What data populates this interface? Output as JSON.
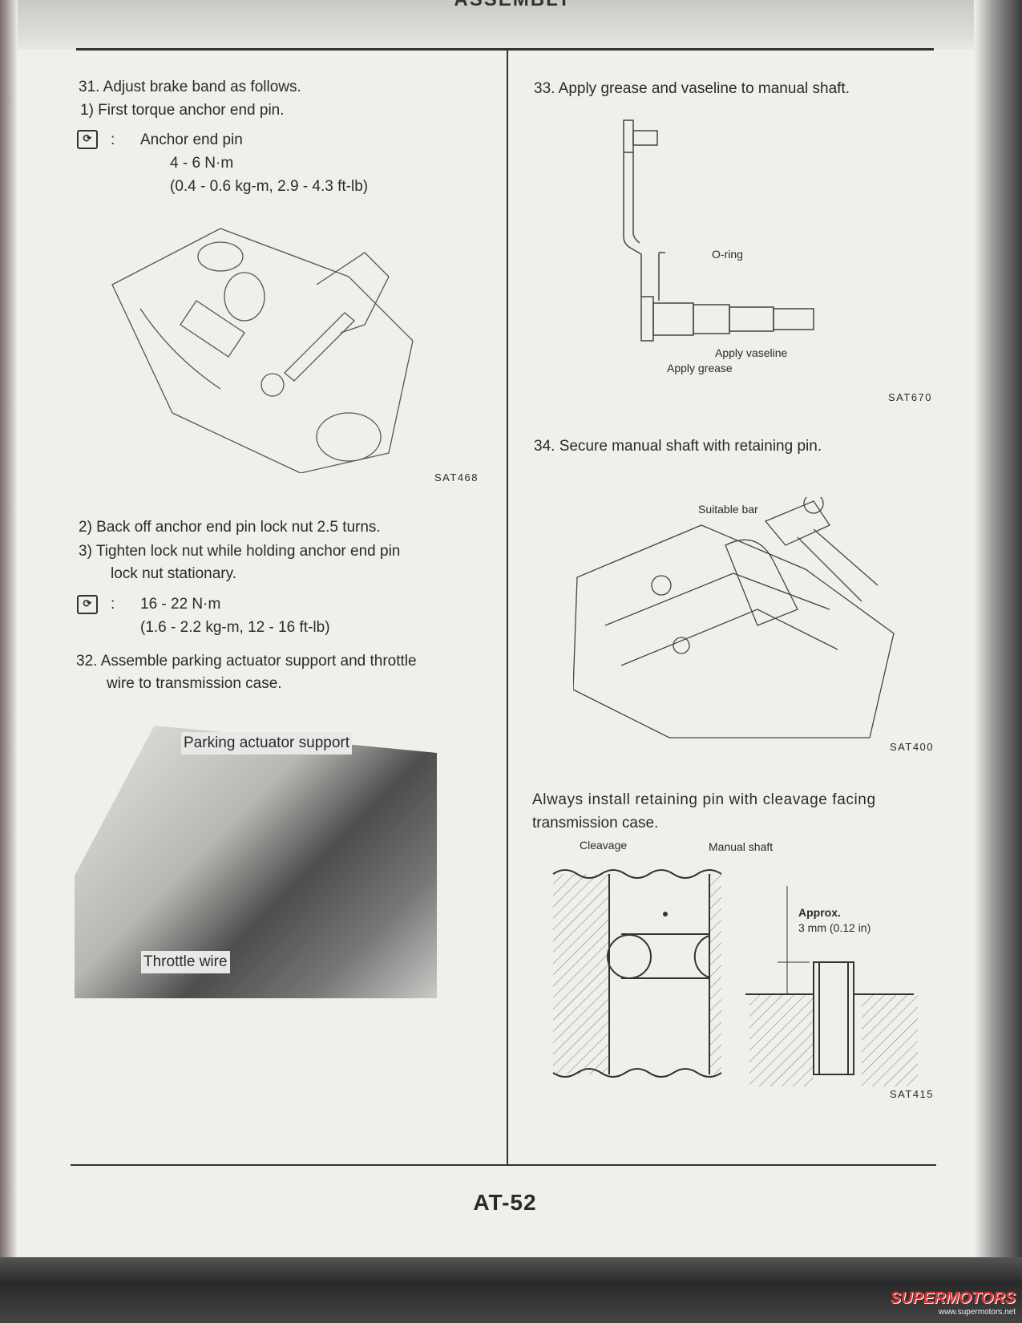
{
  "header": {
    "section_title": "ASSEMBLY"
  },
  "left": {
    "step31": {
      "title": "31. Adjust brake band as follows.",
      "sub1": "1)  First torque anchor end pin.",
      "torque_icon": "torque-wrench-icon",
      "torque_label": "Anchor end pin",
      "torque_value": "4 - 6 N·m",
      "torque_alt": "(0.4 - 0.6 kg-m, 2.9 - 4.3 ft-lb)",
      "figure_code": "SAT468"
    },
    "step31b": {
      "sub2": "2)  Back off anchor end pin lock nut 2.5 turns.",
      "sub3_line1": "3)  Tighten lock nut while holding anchor end pin",
      "sub3_line2": "lock nut stationary.",
      "torque_value": "16 - 22 N·m",
      "torque_alt": "(1.6 - 2.2 kg-m, 12 - 16 ft-lb)"
    },
    "step32": {
      "line1": "32. Assemble parking actuator support and throttle",
      "line2": "wire to transmission case.",
      "label_support": "Parking actuator support",
      "label_wire": "Throttle wire"
    }
  },
  "right": {
    "step33": {
      "title": "33. Apply grease and vaseline to manual shaft.",
      "label_oring": "O-ring",
      "label_vaseline": "Apply vaseline",
      "label_grease": "Apply grease",
      "figure_code": "SAT670"
    },
    "step34": {
      "title": "34. Secure manual shaft with retaining pin.",
      "label_bar": "Suitable bar",
      "figure_code": "SAT400"
    },
    "note": {
      "line1": "Always install retaining pin with cleavage facing",
      "line2": "transmission case.",
      "label_cleavage": "Cleavage",
      "label_shaft": "Manual shaft",
      "label_approx": "Approx.",
      "label_dim": "3 mm (0.12 in)",
      "figure_code": "SAT415"
    }
  },
  "footer": {
    "page_number": "AT-52"
  },
  "watermark": {
    "brand": "SUPERMOTORS",
    "url": "www.supermotors.net"
  }
}
